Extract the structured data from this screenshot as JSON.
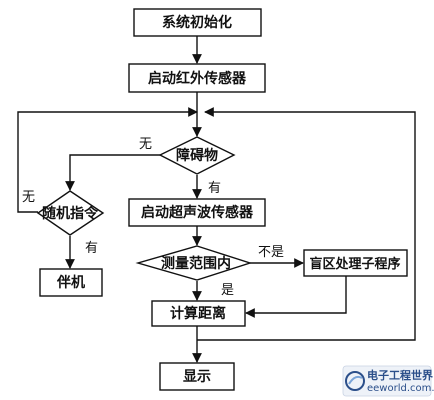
{
  "flowchart": {
    "nodes": {
      "init": "系统初始化",
      "infrared": "启动红外传感器",
      "obstacle": "障碍物",
      "random_cmd": "随机指令",
      "ultrasonic": "启动超声波传感器",
      "in_range": "测量范围内",
      "blind_zone": "盲区处理子程序",
      "compute": "计算距离",
      "companion": "伴机",
      "display": "显示"
    },
    "edge_labels": {
      "obstacle_no": "无",
      "obstacle_yes": "有",
      "random_no": "无",
      "random_yes": "有",
      "range_no": "不是",
      "range_yes": "是"
    }
  },
  "watermark": {
    "title": "电子工程世界",
    "url": "eeworld.com.cn"
  },
  "colors": {
    "stroke": "#111111",
    "background": "#ffffff",
    "watermark": "#2b4f8a"
  }
}
